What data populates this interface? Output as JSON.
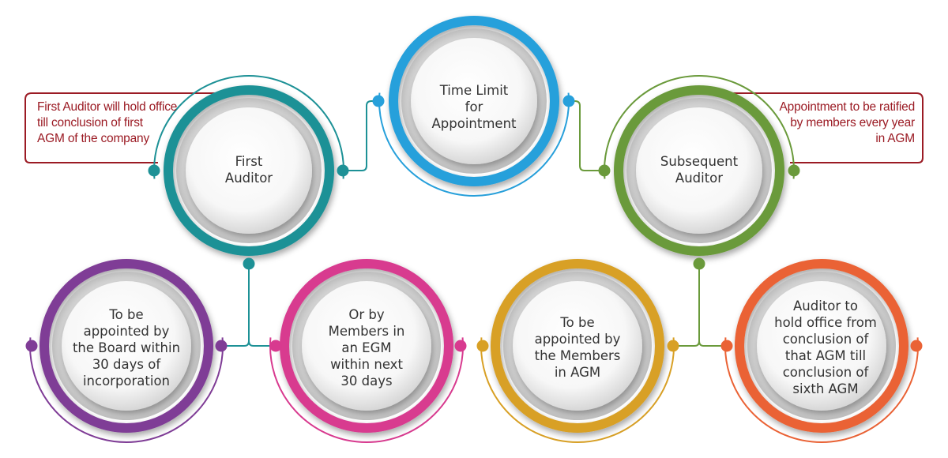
{
  "nodes": {
    "time_limit": {
      "label": "Time Limit\nfor\nAppointment",
      "color": "#27a0db"
    },
    "first_auditor": {
      "label": "First\nAuditor",
      "color": "#1d9196"
    },
    "subsequent_auditor": {
      "label": "Subsequent\nAuditor",
      "color": "#6a9a3b"
    },
    "board_appointment": {
      "label": "To be\nappointed by\nthe Board within\n30 days of\nincorporation",
      "color": "#7f3c96"
    },
    "egm_appointment": {
      "label": "Or by\nMembers in\nan EGM\nwithin next\n30 days",
      "color": "#d83a8f"
    },
    "agm_appointment": {
      "label": "To be\nappointed by\nthe Members\nin AGM",
      "color": "#d8a025"
    },
    "office_term": {
      "label": "Auditor to\nhold office from\nconclusion of\nthat AGM till\nconclusion of\nsixth AGM",
      "color": "#ea6235"
    }
  },
  "callouts": {
    "first_auditor_note": {
      "text": "First Auditor will hold office\ntill conclusion of first\nAGM of the company",
      "color": "#9b1b24"
    },
    "subsequent_auditor_note": {
      "text": "Appointment to be ratified\nby members every year\nin AGM",
      "color": "#9b1b24"
    }
  }
}
